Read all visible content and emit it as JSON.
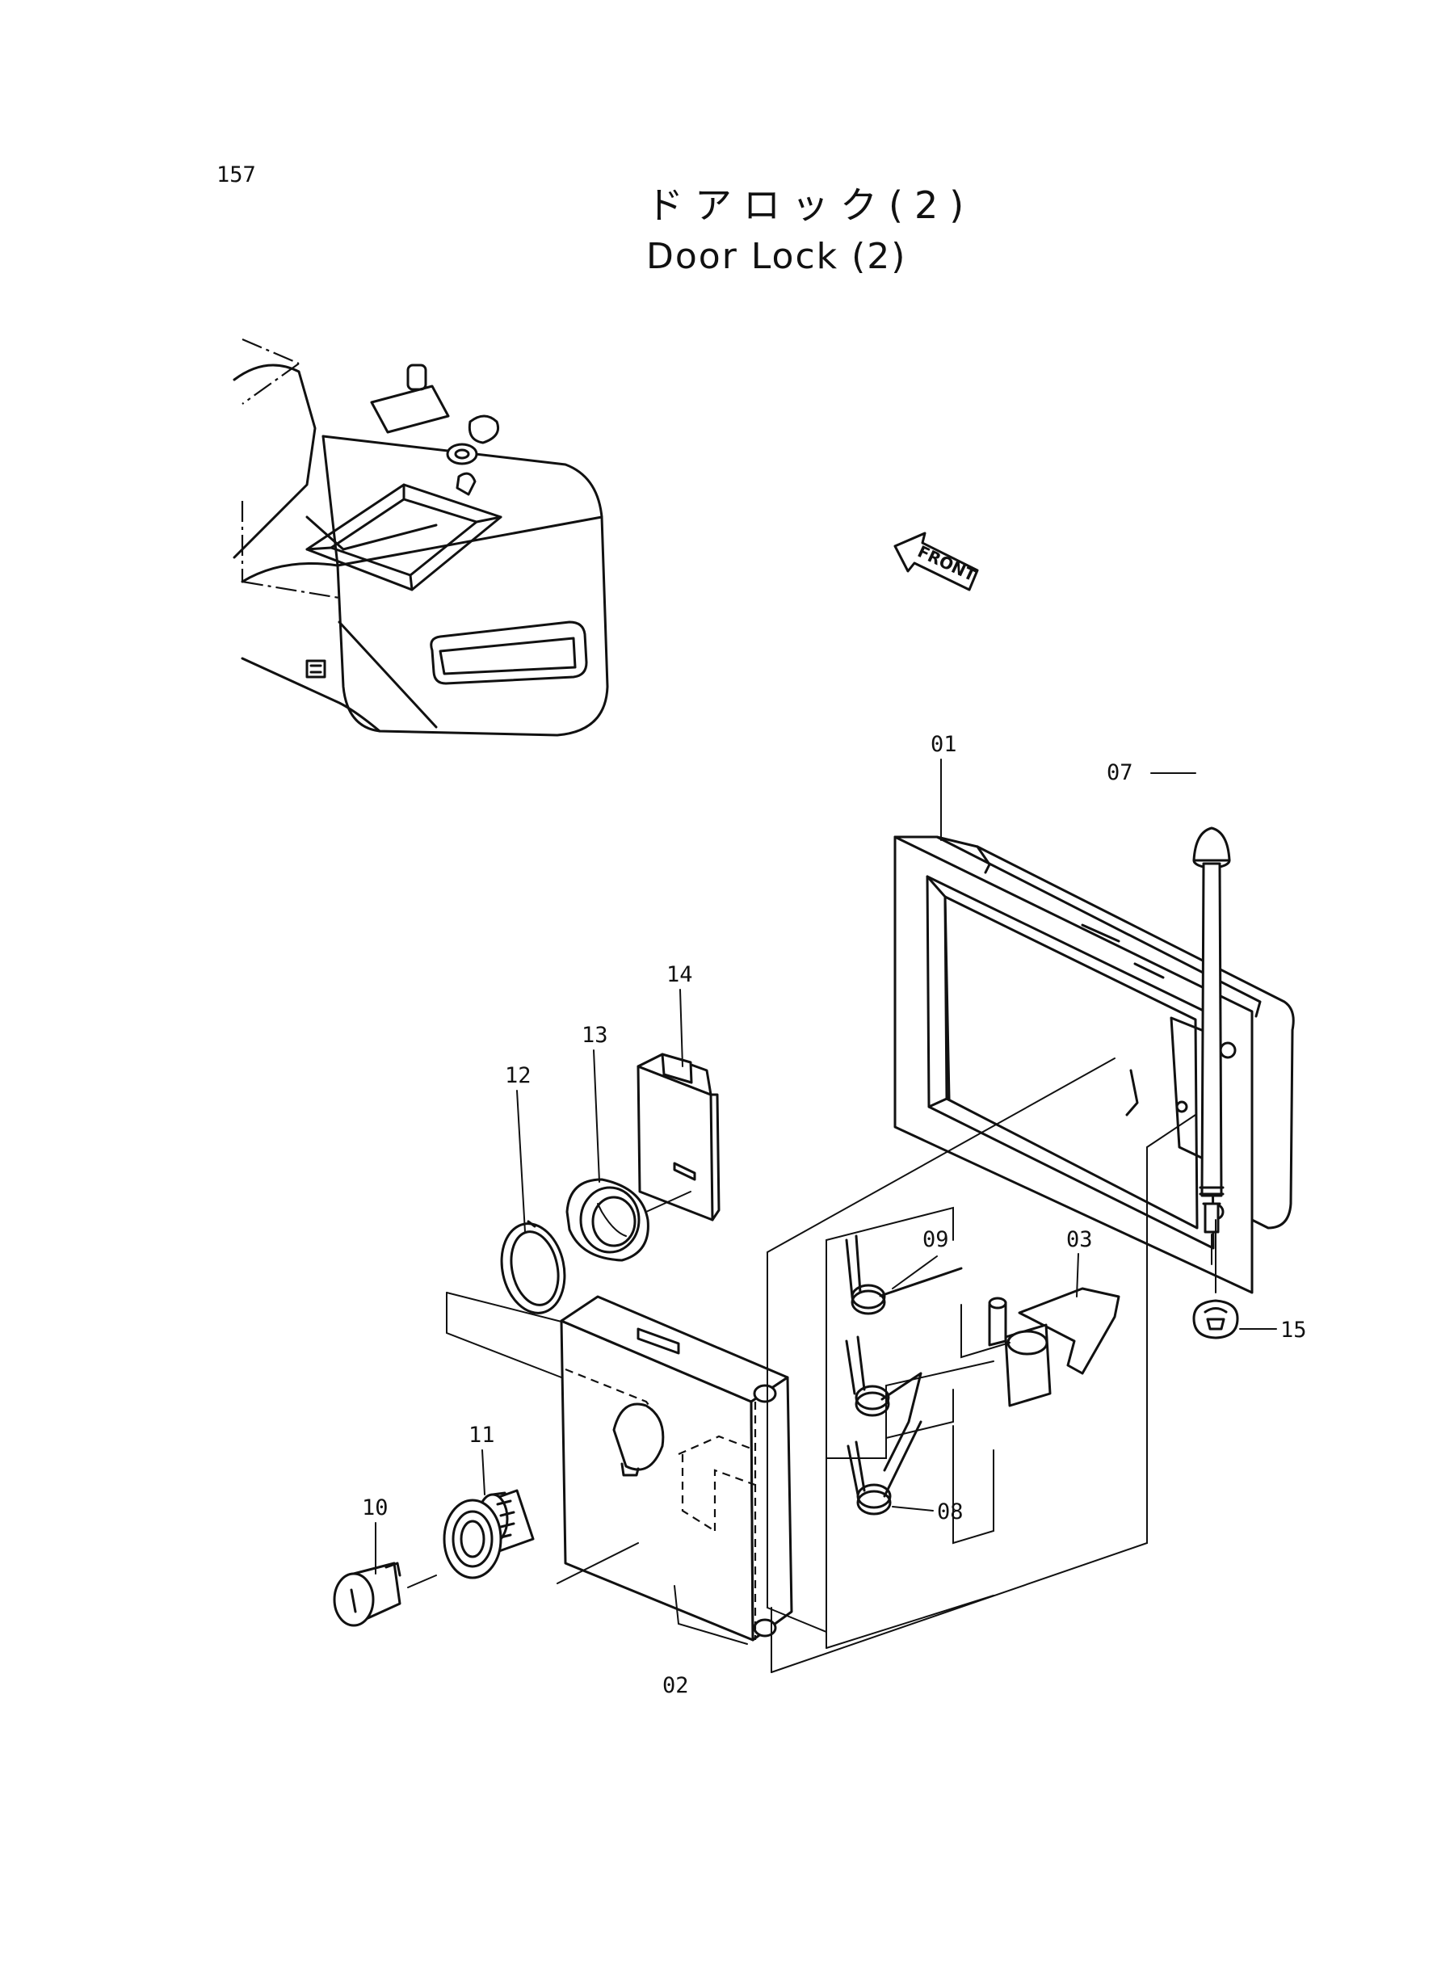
{
  "page_number": "157",
  "title": {
    "japanese": "ドアロック(2)",
    "english": "Door Lock (2)"
  },
  "direction_arrow_label": "FRONT",
  "part_labels": {
    "p01": "01",
    "p02": "02",
    "p03": "03",
    "p07": "07",
    "p08": "08",
    "p09": "09",
    "p10": "10",
    "p11": "11",
    "p12": "12",
    "p13": "13",
    "p14": "14",
    "p15": "15"
  },
  "icons": {
    "direction": "front-arrow-icon"
  }
}
